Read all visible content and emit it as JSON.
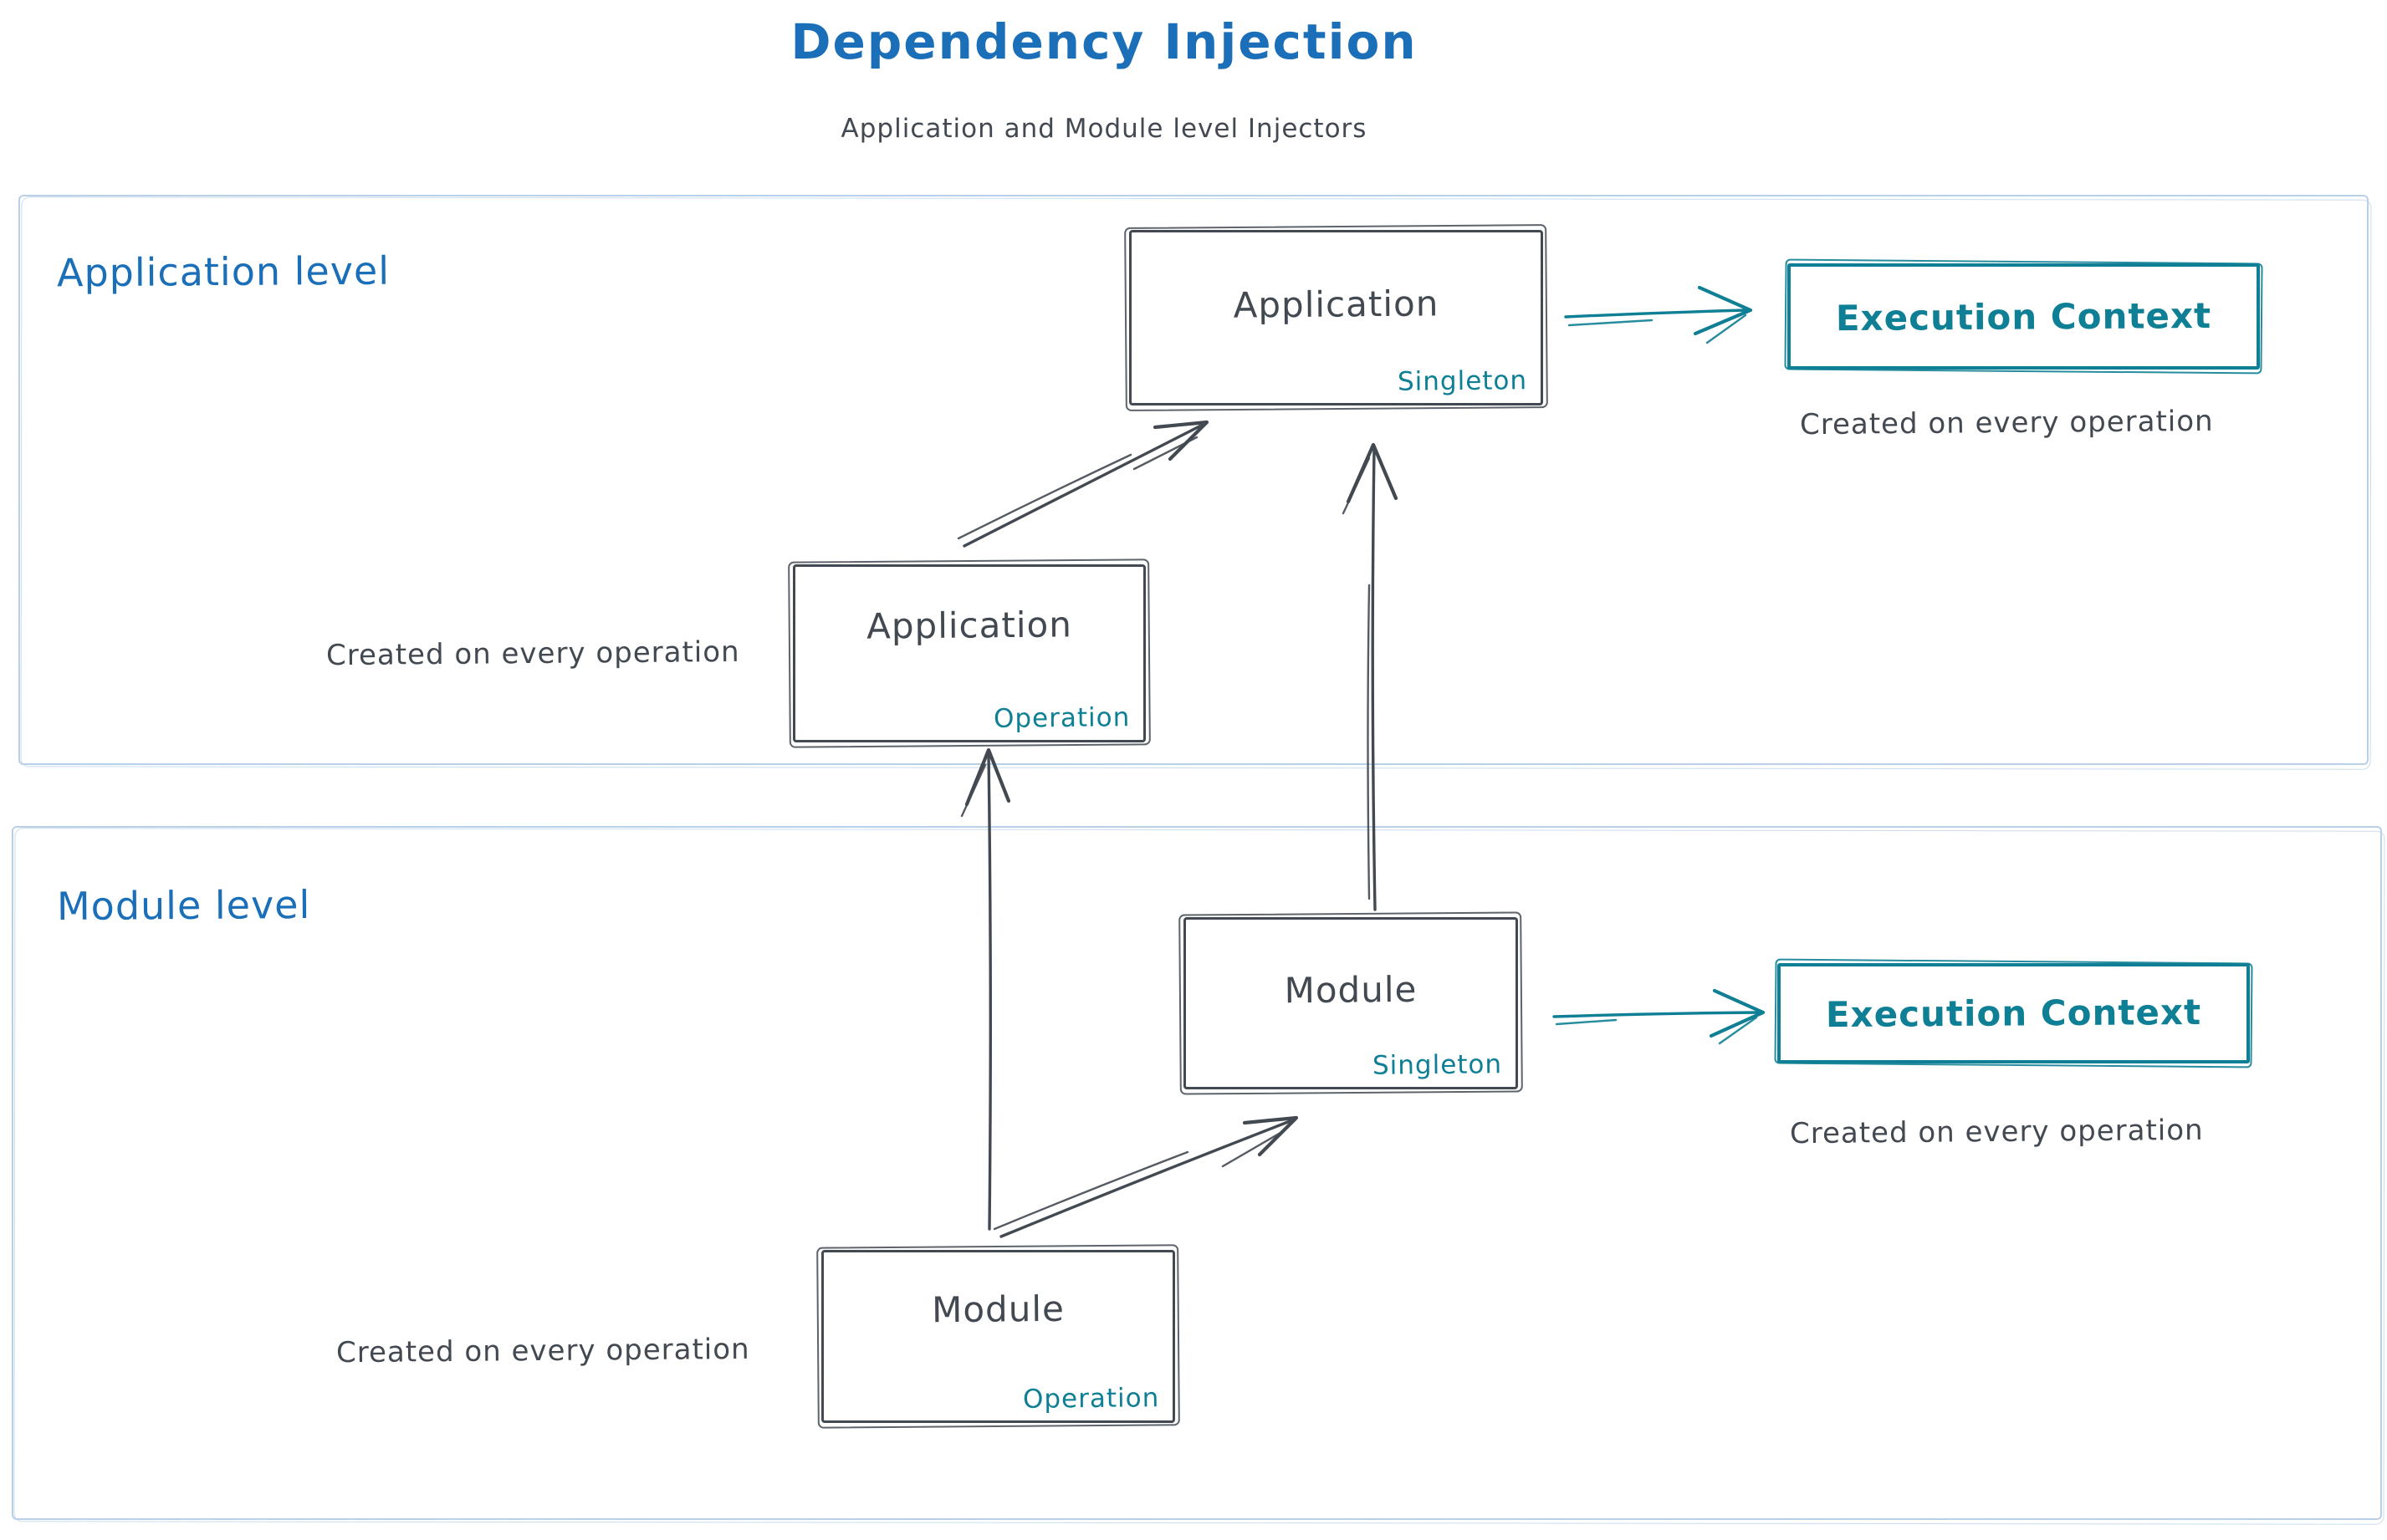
{
  "colors": {
    "blue": "#1b6fb8",
    "dark": "#424951",
    "teal": "#0e7f94",
    "section_border": "#b8d0e8",
    "background": "#ffffff"
  },
  "header": {
    "title": "Dependency Injection",
    "subtitle": "Application and Module level Injectors"
  },
  "sections": {
    "application": {
      "label": "Application level"
    },
    "module": {
      "label": "Module level"
    }
  },
  "nodes": {
    "app_singleton": {
      "title": "Application",
      "tag": "Singleton"
    },
    "app_operation": {
      "title": "Application",
      "tag": "Operation"
    },
    "module_singleton": {
      "title": "Module",
      "tag": "Singleton"
    },
    "module_operation": {
      "title": "Module",
      "tag": "Operation"
    },
    "execution_context_app": {
      "title": "Execution Context"
    },
    "execution_context_module": {
      "title": "Execution Context"
    }
  },
  "captions": {
    "app_execution_note": "Created on every operation",
    "app_operation_note": "Created on every operation",
    "module_execution_note": "Created on every operation",
    "module_operation_note": "Created on every operation"
  }
}
